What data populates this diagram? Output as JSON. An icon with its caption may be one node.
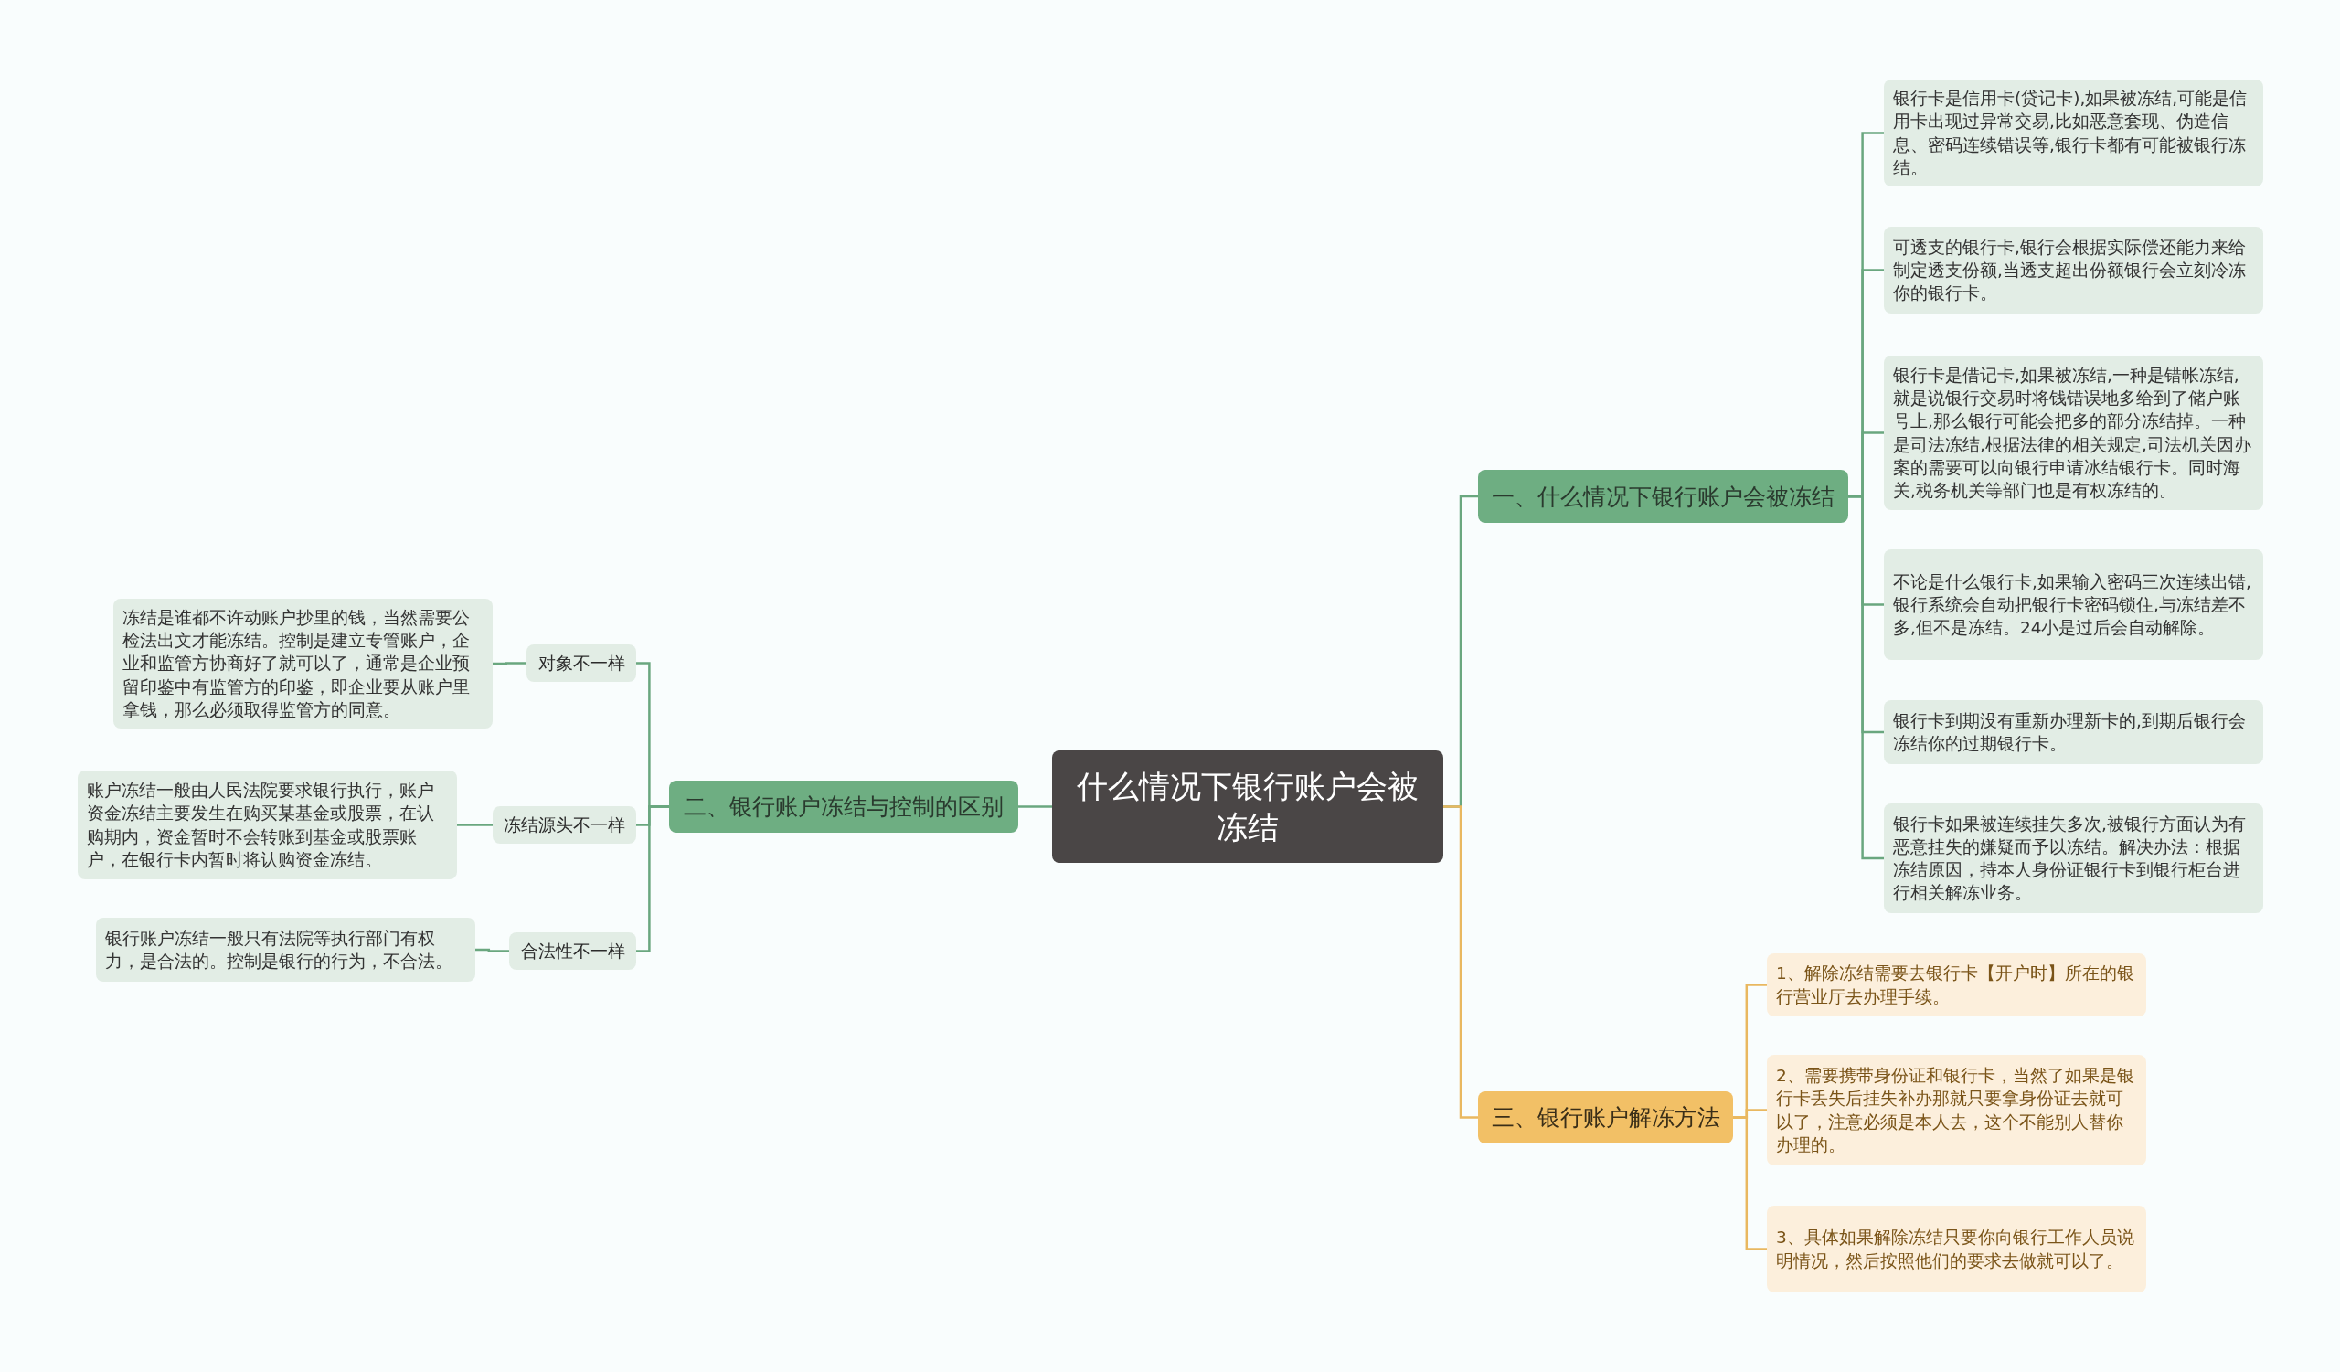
{
  "diagram": {
    "nodes": [
      {
        "text": [
          "什么情况下银行账户会被冻结"
        ]
      },
      {
        "text": [
          "一、什么情况下银行账户会被冻结"
        ]
      },
      {
        "text": [
          "银行卡是信用卡(贷记卡),如果被冻结,可能是信用卡出现过异常交易,比如恶意套现、伪造信息、密码连续错误等,银行卡都有可能被银行冻结。"
        ]
      },
      {
        "text": [
          "可透支的银行卡,银行会根据实际偿还能力来给制定透支份额,当透支超出份额银行会立刻冷冻你的银行卡。"
        ]
      },
      {
        "text": [
          "银行卡是借记卡,如果被冻结,一种是错帐冻结,就是说银行交易时将钱错误地多给到了储户账号上,那么银行可能会把多的部分冻结掉。一种是司法冻结,根据法律的相关规定,司法机关因办案的需要可以向银行申请冰结银行卡。同时海关,税务机关等部门也是有权冻结的。"
        ]
      },
      {
        "text": [
          "不论是什么银行卡,如果输入密码三次连续出错,银行系统会自动把银行卡密码锁住,与冻结差不多,但不是冻结。24小是过后会自动解除。"
        ]
      },
      {
        "text": [
          "银行卡到期没有重新办理新卡的,到期后银行会冻结你的过期银行卡。"
        ]
      },
      {
        "text": [
          "银行卡如果被连续挂失多次,被银行方面认为有恶意挂失的嫌疑而予以冻结。解决办法：根据冻结原因，持本人身份证银行卡到银行柜台进行相关解冻业务。"
        ]
      },
      {
        "text": [
          "二、银行账户冻结与控制的区别"
        ]
      },
      {
        "text": [
          "对象不一样"
        ]
      },
      {
        "text": [
          "冻结源头不一样"
        ]
      },
      {
        "text": [
          "合法性不一样"
        ]
      },
      {
        "text": [
          "冻结是谁都不许动账户抄里的钱，当然需要公检法出文才能冻结。控制是建立专管账户，企业和监管方协商好了就可以了，通常是企业预留印鉴中有监管方的印鉴，即企业要从账户里拿钱，那么必须取得监管方的同意。"
        ]
      },
      {
        "text": [
          "账户冻结一般由人民法院要求银行执行，账户资金冻结主要发生在购买某基金或股票，在认购期内，资金暂时不会转账到基金或股票账户，在银行卡内暂时将认购资金冻结。"
        ]
      },
      {
        "text": [
          "银行账户冻结一般只有法院等执行部门有权力，是合法的。控制是银行的行为，不合法。"
        ]
      },
      {
        "text": [
          "三、银行账户解冻方法"
        ]
      },
      {
        "text": [
          "1、解除冻结需要去银行卡【开户时】所在的银行营业厅去办理手续。"
        ]
      },
      {
        "text": [
          "2、需要携带身份证和银行卡，当然了如果是银行卡丢失后挂失补办那就只要拿身份证去就可以了，注意必须是本人去，这个不能别人替你办理的。"
        ]
      },
      {
        "text": [
          "3、具体如果解除冻结只要你向银行工作人员说明情况，然后按照他们的要求去做就可以了。"
        ]
      }
    ],
    "edges": [
      {
        "from": 0,
        "to": 1,
        "arrow": "none"
      },
      {
        "from": 1,
        "to": 2,
        "arrow": "none"
      },
      {
        "from": 1,
        "to": 3,
        "arrow": "none"
      },
      {
        "from": 1,
        "to": 4,
        "arrow": "none"
      },
      {
        "from": 1,
        "to": 5,
        "arrow": "none"
      },
      {
        "from": 1,
        "to": 6,
        "arrow": "none"
      },
      {
        "from": 1,
        "to": 7,
        "arrow": "none"
      },
      {
        "from": 0,
        "to": 8,
        "arrow": "none"
      },
      {
        "from": 8,
        "to": 9,
        "arrow": "none"
      },
      {
        "from": 8,
        "to": 10,
        "arrow": "none"
      },
      {
        "from": 8,
        "to": 11,
        "arrow": "none"
      },
      {
        "from": 9,
        "to": 12,
        "arrow": "none"
      },
      {
        "from": 10,
        "to": 13,
        "arrow": "none"
      },
      {
        "from": 11,
        "to": 14,
        "arrow": "none"
      },
      {
        "from": 0,
        "to": 15,
        "arrow": "none",
        "color": "#e9b860"
      },
      {
        "from": 15,
        "to": 16,
        "arrow": "none",
        "color": "#e9b860"
      },
      {
        "from": 15,
        "to": 17,
        "arrow": "none",
        "color": "#e9b860"
      },
      {
        "from": 15,
        "to": 18,
        "arrow": "none",
        "color": "#e9b860"
      }
    ]
  }
}
